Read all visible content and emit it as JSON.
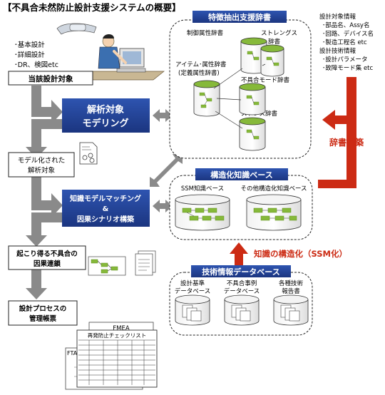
{
  "title": "【不具合未然防止設計支援システムの概要】",
  "inputs": {
    "lines": [
      "･基本設計",
      "･詳細設計",
      "･DR、検図etc"
    ],
    "target_box": "当該設計対象"
  },
  "analysis_box": {
    "line1": "解析対象",
    "line2": "モデリング"
  },
  "modeled_box": {
    "line1": "モデル化された",
    "line2": "解析対象"
  },
  "matching_box": {
    "line1": "知識モデルマッチング",
    "line2": "&",
    "line3": "因果シナリオ構築"
  },
  "causal_box": {
    "line1": "起こり得る不具合の",
    "line2": "因果連鎖"
  },
  "process_box": {
    "line1": "設計プロセスの",
    "line2": "管理帳票"
  },
  "forms": {
    "fmea": "FMEA",
    "recurrence": "再発防止チェックリスト",
    "fta": "FTA"
  },
  "dictionary_panel": {
    "title": "特徴抽出支援辞書",
    "control": "制御属性辞書",
    "strength": {
      "line1": "ストレングス",
      "line2": "辞書"
    },
    "item": {
      "line1": "アイテム･属性辞書",
      "line2": "(定義属性辞書)"
    },
    "failure_mode": "不具合モード辞書",
    "stress": "ストレス辞書"
  },
  "knowledge_panel": {
    "title": "構造化知識ベース",
    "ssm": "SSM知識ベース",
    "other": "その他構造化知識ベース"
  },
  "techdb_panel": {
    "title": "技術情報データベース",
    "db1": {
      "line1": "設計基準",
      "line2": "データベース"
    },
    "db2": {
      "line1": "不具合事例",
      "line2": "データベース"
    },
    "db3": {
      "line1": "各種技術",
      "line2": "報告書"
    }
  },
  "design_info": {
    "lines": [
      "設計対象情報",
      "･部品名、Assy名",
      "･回路、デバイス名",
      "･製造工程名 etc",
      "設計技術情報",
      "･設計パラメータ",
      "･故障モード集 etc"
    ]
  },
  "labels": {
    "dictionary_build": "辞書構築",
    "knowledge_structuring": "知識の構造化（SSM化）"
  },
  "colors": {
    "navy": "#1f3d8c",
    "red": "#cc2b14",
    "gray": "#8a8a8a",
    "green": "#86b93a",
    "dark_green": "#5e8c1e"
  }
}
